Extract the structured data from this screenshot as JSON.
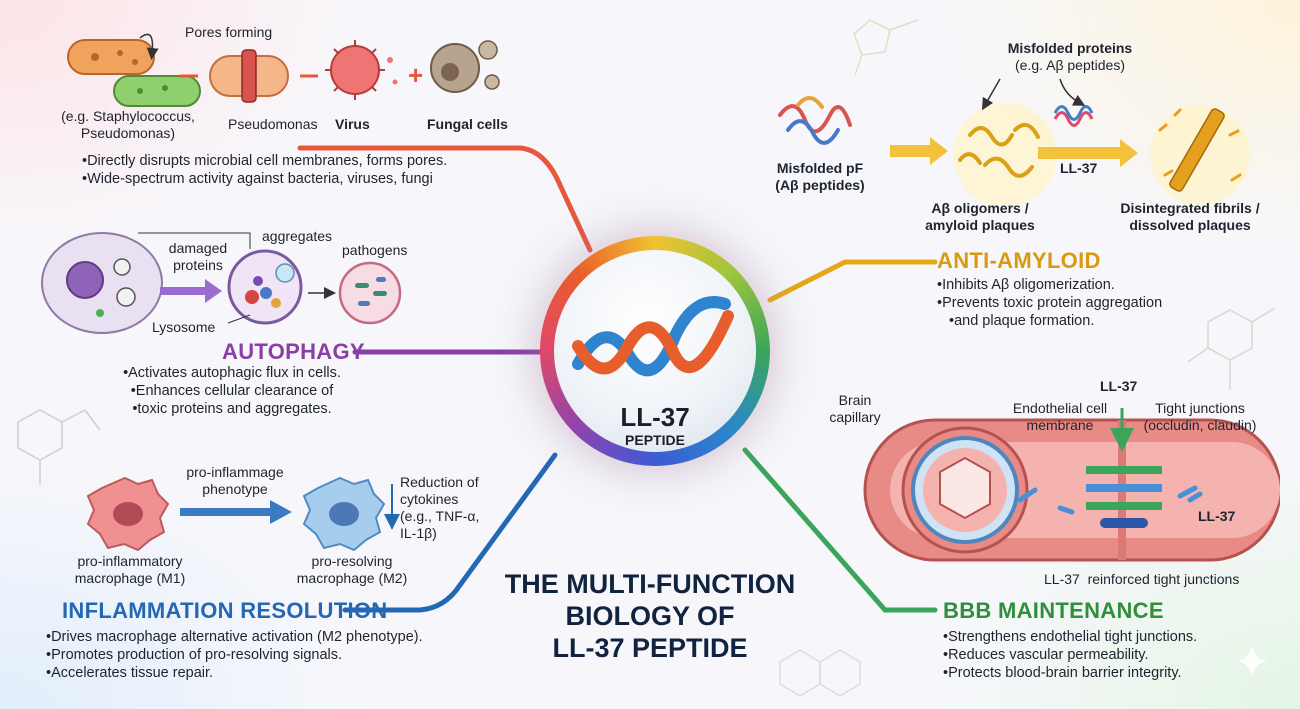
{
  "hub": {
    "title": "LL-37",
    "subtitle": "PEPTIDE"
  },
  "main_title": [
    "THE MULTI-FUNCTION",
    "BIOLOGY OF",
    "LL-37 PEPTIDE"
  ],
  "antimicrobial": {
    "labels": {
      "pores_forming": "Pores forming",
      "bacteria_examples": [
        "(e.g. Staphylococcus,",
        "Pseudomonas)"
      ],
      "pseudomonas": "Pseudomonas",
      "virus": "Virus",
      "fungal_cells": "Fungal cells"
    },
    "bullets": [
      "Directly disrupts microbial cell membranes, forms pores.",
      "Wide-spectrum activity against bacteria, viruses, fungi"
    ]
  },
  "autophagy": {
    "heading": "AUTOPHAGY",
    "labels": {
      "damaged_proteins": [
        "damaged",
        "proteins"
      ],
      "aggregates": "aggregates",
      "pathogens": "pathogens",
      "lysosome": "Lysosome"
    },
    "bullets": [
      "Activates autophagic flux in cells.",
      "Enhances cellular clearance of",
      "toxic proteins and aggregates."
    ]
  },
  "inflammation": {
    "heading": "INFLAMMATION RESOLUTION",
    "labels": {
      "phenotype": [
        "pro-inflammage",
        "phenotype"
      ],
      "reduction": [
        "Reduction of",
        "cytokines",
        "(e.g., TNF-α,",
        "IL-1β)"
      ],
      "m1": [
        "pro-inflammatory",
        "macrophage (M1)"
      ],
      "m2": [
        "pro-resolving",
        "macrophage (M2)"
      ]
    },
    "bullets": [
      "Drives macrophage alternative activation (M2 phenotype).",
      "Promotes production of pro-resolving signals.",
      "Accelerates tissue repair."
    ]
  },
  "anti_amyloid": {
    "heading": "ANTI-AMYLOID",
    "labels": {
      "misfolded_proteins": [
        "Misfolded proteins",
        "(e.g. Aβ peptides)"
      ],
      "misfolded_pf": [
        "Misfolded pF",
        "(Aβ peptides)"
      ],
      "ll37": "LL-37",
      "oligomers": [
        "Aβ oligomers /",
        "amyloid plaques"
      ],
      "fibrils": [
        "Disintegrated fibrils /",
        "dissolved plaques"
      ]
    },
    "bullets": [
      "Inhibits Aβ oligomerization.",
      "Prevents toxic protein aggregation",
      "and plaque formation."
    ]
  },
  "bbb": {
    "heading": "BBB MAINTENANCE",
    "labels": {
      "brain_capillary": [
        "Brain",
        "capillary"
      ],
      "ll37_top": "LL-37",
      "endothelial": [
        "Endothelial cell",
        "membrane"
      ],
      "tight_junctions": [
        "Tight junctions",
        "(occludin, claudin)"
      ],
      "ll37_right": "LL-37",
      "reinforced": "LL-37  reinforced tight junctions"
    },
    "bullets": [
      "Strengthens endothelial tight junctions.",
      "Reduces vascular permeability.",
      "Protects blood-brain barrier integrity."
    ]
  },
  "colors": {
    "antimicrobial": "#e8573c",
    "autophagy": "#8a3fa6",
    "inflammation": "#2468b5",
    "anti_amyloid": "#e6a817",
    "bbb": "#2f8f3a"
  }
}
